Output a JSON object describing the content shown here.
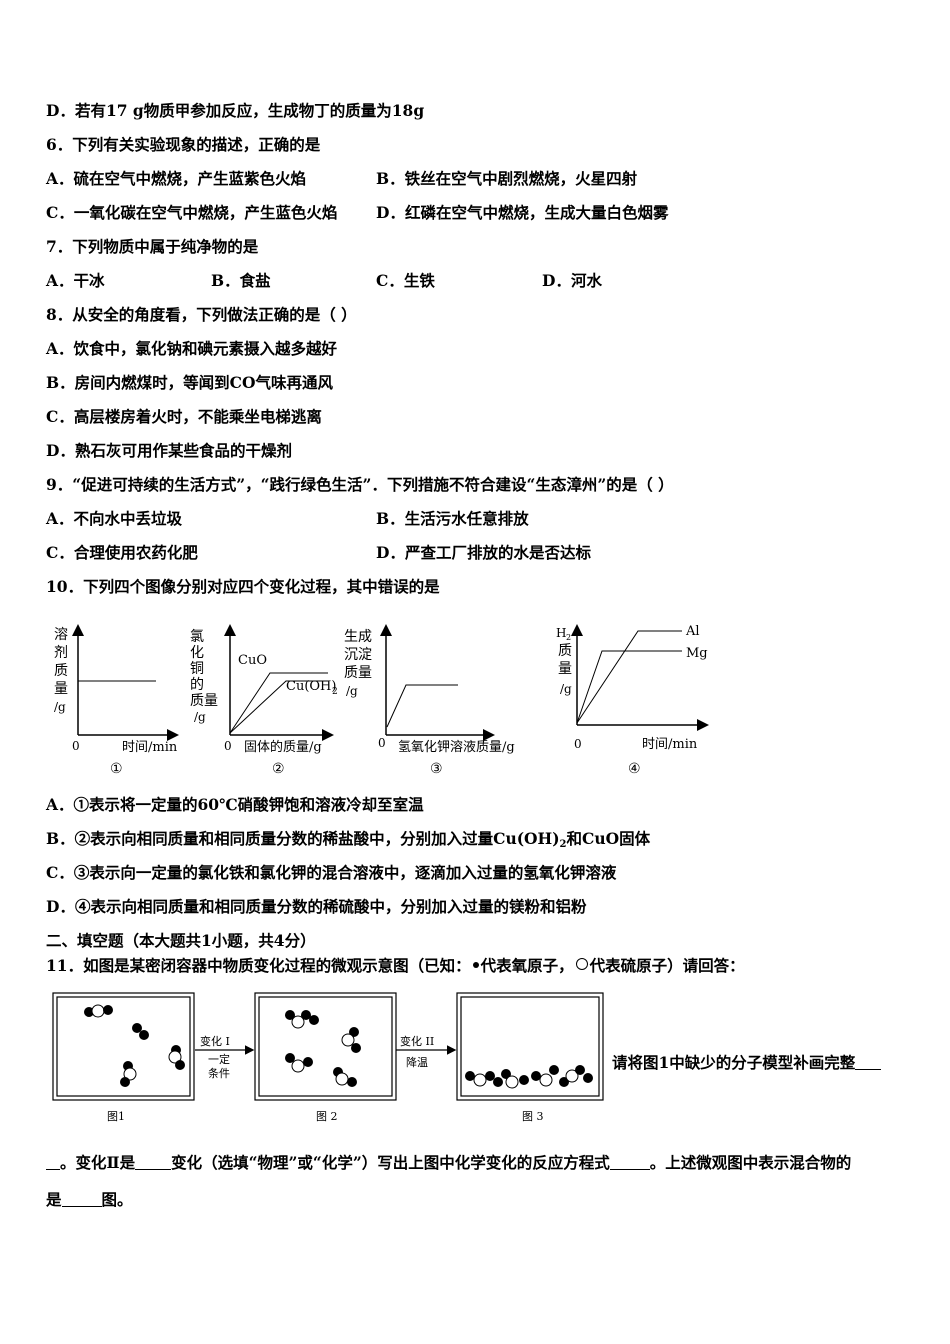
{
  "lines": {
    "l1": "D．若有17 g物质甲参加反应，生成物丁的质量为18g",
    "q6": "6．下列有关实验现象的描述，正确的是",
    "q6a": "A．硫在空气中燃烧，产生蓝紫色火焰",
    "q6b": "B．铁丝在空气中剧烈燃烧，火星四射",
    "q6c": "C．一氧化碳在空气中燃烧，产生蓝色火焰",
    "q6d": "D．红磷在空气中燃烧，生成大量白色烟雾",
    "q7": "7．下列物质中属于纯净物的是",
    "q7a": "A．干冰",
    "q7b": "B．食盐",
    "q7c": "C．生铁",
    "q7d": "D．河水",
    "q8": "8．从安全的角度看，下列做法正确的是（  ）",
    "q8a": "A．饮食中，氯化钠和碘元素摄入越多越好",
    "q8b": "B．房间内燃煤时，等闻到CO气味再通风",
    "q8c": "C．高层楼房着火时，不能乘坐电梯逃离",
    "q8d": "D．熟石灰可用作某些食品的干燥剂",
    "q9": "9．“促进可持续的生活方式”，“践行绿色生活”．下列措施不符合建设“生态漳州”的是（  ）",
    "q9a": "A．不向水中丢垃圾",
    "q9b": "B．生活污水任意排放",
    "q9c": "C．合理使用农药化肥",
    "q9d": "D．严查工厂排放的水是否达标",
    "q10": "10．下列四个图像分别对应四个变化过程，其中错误的是",
    "q10a": "A．①表示将一定量的60℃硝酸钾饱和溶液冷却至室温",
    "q10b_pre": "B．②表示向相同质量和相同质量分数的稀盐酸中，分别加入过量Cu(OH)",
    "q10b_sub": "2",
    "q10b_post": "和CuO固体",
    "q10c": "C．③表示向一定量的氯化铁和氯化钾的混合溶液中，逐滴加入过量的氢氧化钾溶液",
    "q10d": "D．④表示向相同质量和相同质量分数的稀硫酸中，分别加入过量的镁粉和铝粉",
    "sec2": "二、填空题（本大题共1小题，共4分）",
    "q11_pre": "11．如图是某密闭容器中物质变化过程的微观示意图（已知：",
    "q11_mid": "代表氧原子，",
    "q11_post": "代表硫原子）请回答：",
    "q11_right": "请将图1中缺少的分子模型补画完整",
    "q11_l2_a": "。变化Ⅱ是",
    "q11_l2_b": "变化（选填“物理”或“化学”）写出上图中化学变化的反应方程式",
    "q11_l2_c": "。上述微观图中表示混合物的",
    "q11_l3_a": "是",
    "q11_l3_b": "图。"
  },
  "graphs": {
    "g1": {
      "y_label": [
        "溶",
        "剂",
        "质",
        "量"
      ],
      "y_unit": "/g",
      "origin": "0",
      "x_label": "时间/min",
      "caption": "①"
    },
    "g2": {
      "y_label": [
        "氯",
        "化",
        "铜",
        "的",
        "质量"
      ],
      "y_unit": "/g",
      "origin": "0",
      "x_label": "固体的质量/g",
      "caption": "②",
      "line1": "CuO",
      "line2": "Cu(OH)",
      "line2_sub": "2"
    },
    "g3": {
      "y_label": [
        "生成",
        "沉淀",
        "质量"
      ],
      "y_unit": "/g",
      "origin": "0",
      "x_label": "氢氧化钾溶液质量/g",
      "caption": "③"
    },
    "g4": {
      "y_top": "H",
      "y_top_sub": "2",
      "y_label": [
        "质",
        "量"
      ],
      "y_unit": "/g",
      "origin": "0",
      "x_label": "时间/min",
      "caption": "④",
      "line1": "Al",
      "line2": "Mg"
    }
  },
  "diagram": {
    "fig1": "图1",
    "fig2": "图 2",
    "fig3": "图 3",
    "step1_top": "变化 I",
    "step1_mid": "一定",
    "step1_bot": "条件",
    "step2_top": "变化 II",
    "step2_bot": "降温"
  }
}
